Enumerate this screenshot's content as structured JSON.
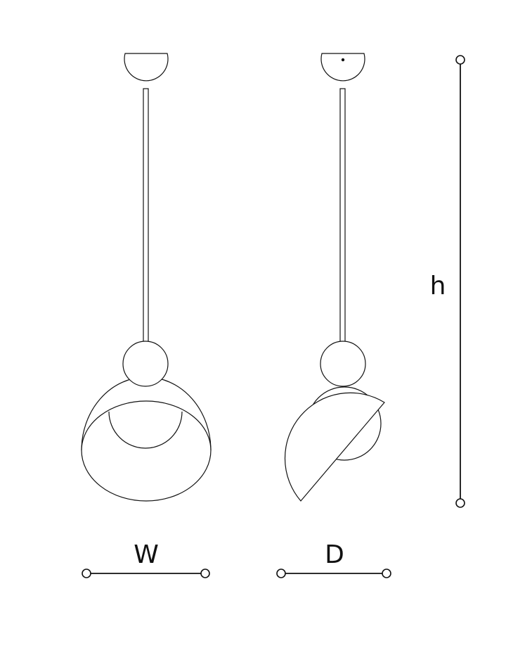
{
  "dimensions": {
    "width_label": "W",
    "depth_label": "D",
    "height_label": "h"
  },
  "colors": {
    "line": "#111111",
    "background": "#ffffff"
  }
}
